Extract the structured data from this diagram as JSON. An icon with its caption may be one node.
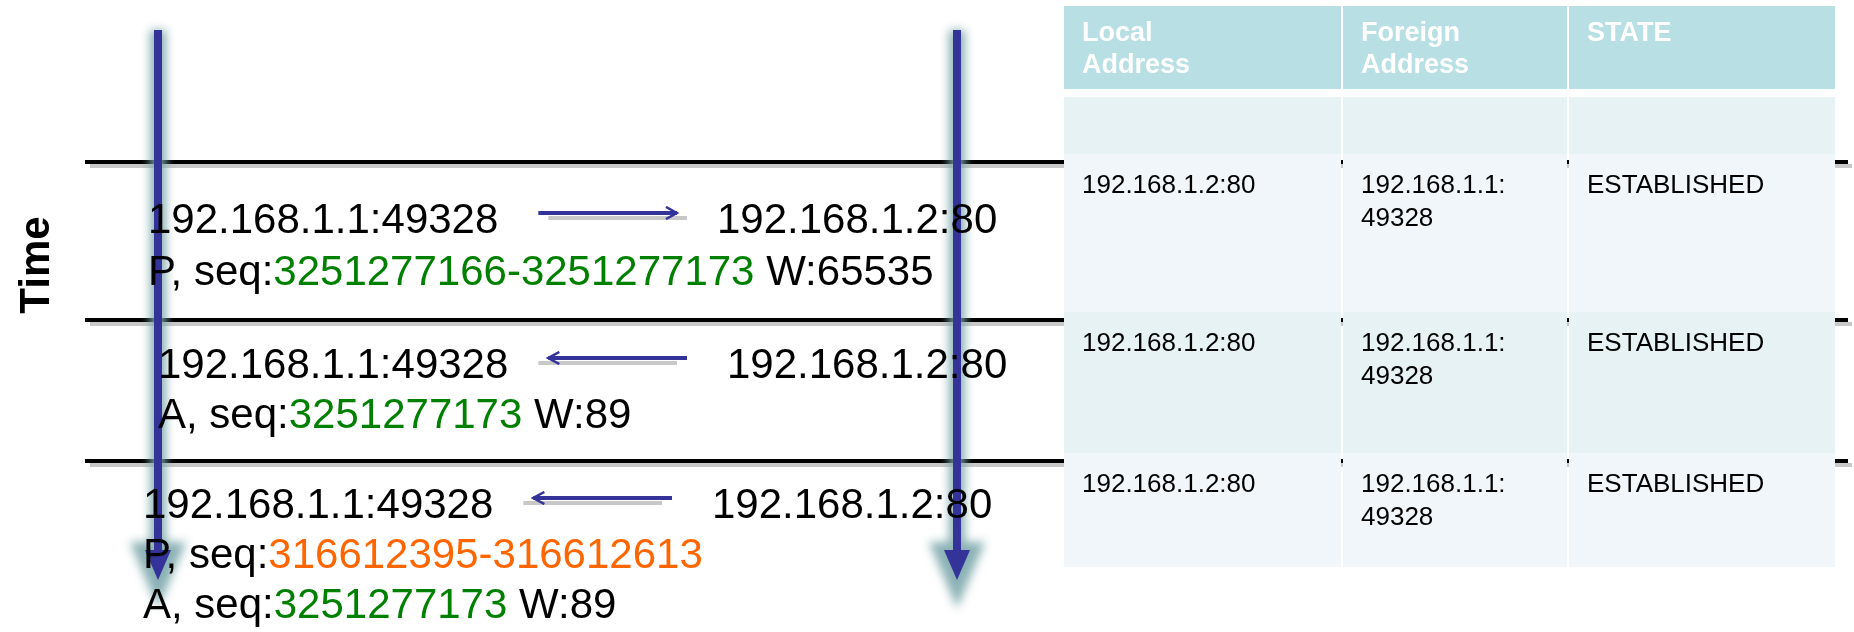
{
  "diagram": {
    "nodes": [
      {
        "text": [
          "192.168.1.1:49328"
        ]
      },
      {
        "text": [
          "192.168.1.2:80"
        ]
      },
      {
        "text": [
          "192.168.1.1:49328"
        ]
      },
      {
        "text": [
          "192.168.1.2:80"
        ]
      },
      {
        "text": [
          "192.168.1.1:49328"
        ]
      },
      {
        "text": [
          "192.168.1.2:80"
        ]
      }
    ],
    "edges": [
      {
        "from": 0,
        "to": 1,
        "arrow": "to"
      },
      {
        "from": 3,
        "to": 2,
        "arrow": "to"
      },
      {
        "from": 5,
        "to": 4,
        "arrow": "to"
      }
    ],
    "labels": [
      "Time",
      "P, seq:",
      "3251277166-3251277173",
      "W:65535",
      "A, seq:",
      "3251277173",
      "W:89",
      "P, seq:",
      "316612395-316612613",
      "A, seq:",
      "3251277173",
      "W:89",
      "Local Address",
      "Foreign Address",
      "STATE",
      "192.168.1.2:80",
      "192.168.1.1: 49328",
      "ESTABLISHED",
      "192.168.1.2:80",
      "192.168.1.1: 49328",
      "ESTABLISHED",
      "192.168.1.2:80",
      "192.168.1.1: 49328",
      "ESTABLISHED"
    ]
  }
}
